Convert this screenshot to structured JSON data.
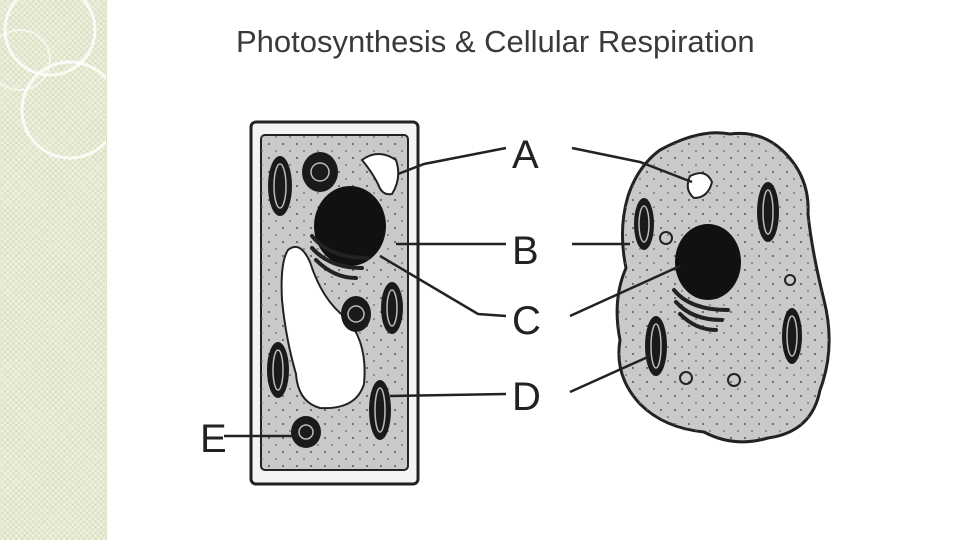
{
  "slide": {
    "title": "Photosynthesis & Cellular Respiration"
  },
  "diagram": {
    "labels": [
      "A",
      "B",
      "C",
      "D",
      "E"
    ]
  },
  "colors": {
    "band": "#eef0dc",
    "cytoplasm": "#c9c9c9",
    "organelle": "#111111"
  }
}
